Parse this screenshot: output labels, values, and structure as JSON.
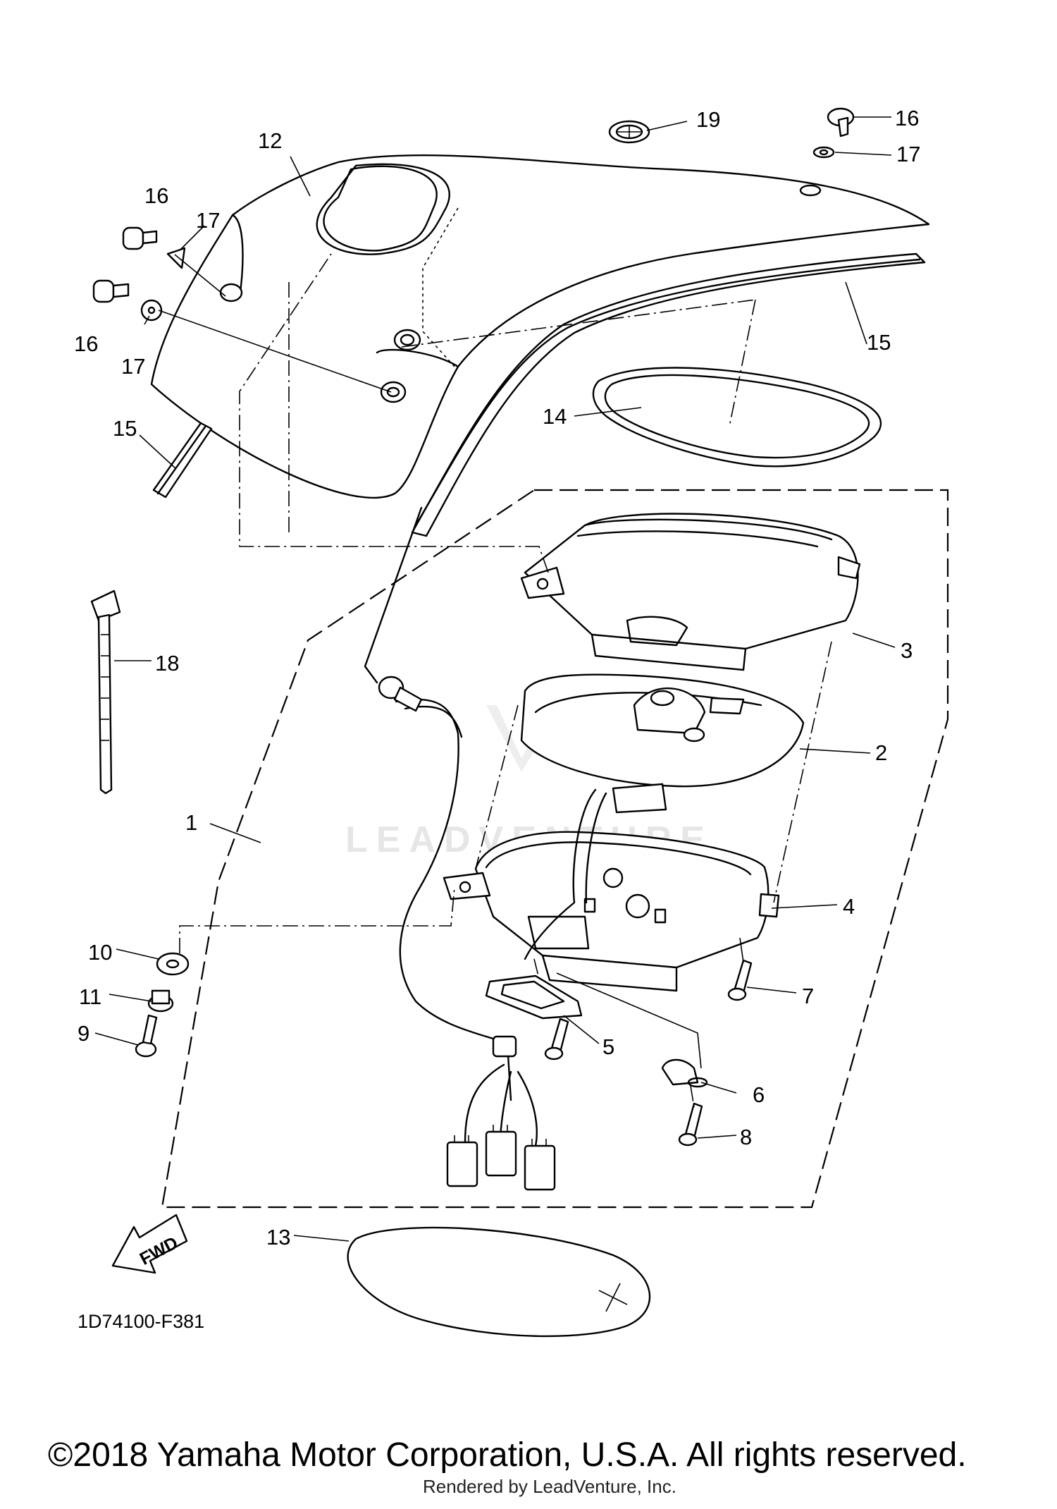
{
  "diagram": {
    "callouts": [
      {
        "id": "c12",
        "label": "12"
      },
      {
        "id": "c19",
        "label": "19"
      },
      {
        "id": "c16a",
        "label": "16"
      },
      {
        "id": "c17a",
        "label": "17"
      },
      {
        "id": "c16b",
        "label": "16"
      },
      {
        "id": "c17b",
        "label": "17"
      },
      {
        "id": "c16c",
        "label": "16"
      },
      {
        "id": "c17c",
        "label": "17"
      },
      {
        "id": "c15a",
        "label": "15"
      },
      {
        "id": "c15b",
        "label": "15"
      },
      {
        "id": "c14",
        "label": "14"
      },
      {
        "id": "c3",
        "label": "3"
      },
      {
        "id": "c18",
        "label": "18"
      },
      {
        "id": "c2",
        "label": "2"
      },
      {
        "id": "c1",
        "label": "1"
      },
      {
        "id": "c4",
        "label": "4"
      },
      {
        "id": "c10",
        "label": "10"
      },
      {
        "id": "c7",
        "label": "7"
      },
      {
        "id": "c11",
        "label": "11"
      },
      {
        "id": "c9",
        "label": "9"
      },
      {
        "id": "c5",
        "label": "5"
      },
      {
        "id": "c6",
        "label": "6"
      },
      {
        "id": "c8",
        "label": "8"
      },
      {
        "id": "c13",
        "label": "13"
      }
    ],
    "fwd_label": "FWD",
    "part_code": "1D74100-F381",
    "watermark": "LEADVENTURE"
  },
  "footer": {
    "copyright": "©2018 Yamaha Motor Corporation, U.S.A. All rights reserved.",
    "rendered_by": "Rendered by LeadVenture, Inc."
  }
}
